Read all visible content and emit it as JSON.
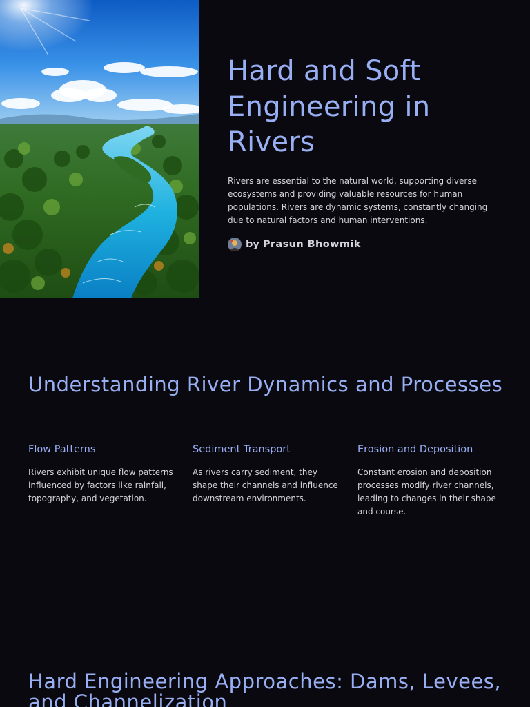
{
  "hero": {
    "title": "Hard and Soft Engineering in Rivers",
    "description": "Rivers are essential to the natural world, supporting diverse ecosystems and providing valuable resources for human populations. Rivers are dynamic systems, constantly changing due to natural factors and human interventions.",
    "author_prefix": "by",
    "author_name": "Prasun Bhowmik",
    "image": "aerial river valley photo"
  },
  "dynamics": {
    "title": "Understanding River Dynamics and Processes",
    "cards": [
      {
        "heading": "Flow Patterns",
        "body": "Rivers exhibit unique flow patterns influenced by factors like rainfall, topography, and vegetation."
      },
      {
        "heading": "Sediment Transport",
        "body": "As rivers carry sediment, they shape their channels and influence downstream environments."
      },
      {
        "heading": "Erosion and Deposition",
        "body": "Constant erosion and deposition processes modify river channels, leading to changes in their shape and course."
      }
    ]
  },
  "hard_engineering": {
    "title": "Hard Engineering Approaches: Dams, Levees, and Channelization"
  },
  "colors": {
    "background": "#0a090f",
    "heading": "#99aff3",
    "body_text": "#d4d3dc"
  }
}
